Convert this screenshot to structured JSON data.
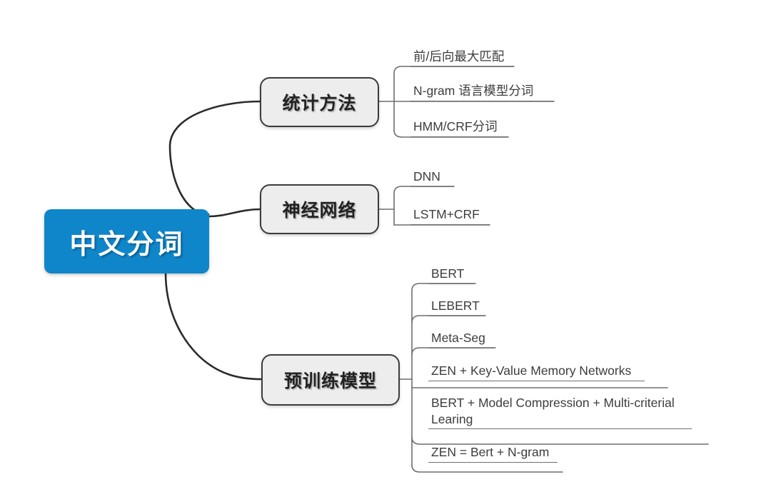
{
  "diagram": {
    "type": "mind-map",
    "title": "中文分词",
    "background": "#ffffff",
    "root_color": "#0f86ca",
    "branch_fill": "#ededed",
    "branch_border": "#3c3c3c",
    "line_color": "#2b2b2b",
    "leaf_text_color": "#3d3d3d"
  },
  "root": {
    "label": "中文分词"
  },
  "branches": [
    {
      "label": "统计方法",
      "leaves": [
        {
          "label": "前/后向最大匹配"
        },
        {
          "label": "N-gram 语言模型分词"
        },
        {
          "label": "HMM/CRF分词"
        }
      ]
    },
    {
      "label": "神经网络",
      "leaves": [
        {
          "label": "DNN"
        },
        {
          "label": "LSTM+CRF"
        }
      ]
    },
    {
      "label": "预训练模型",
      "leaves": [
        {
          "label": "BERT"
        },
        {
          "label": "LEBERT"
        },
        {
          "label": "Meta-Seg"
        },
        {
          "label": "ZEN + Key-Value Memory Networks"
        },
        {
          "label": "BERT + Model Compression + Multi-criterial\nLearing"
        },
        {
          "label": "ZEN = Bert + N-gram"
        }
      ]
    }
  ]
}
